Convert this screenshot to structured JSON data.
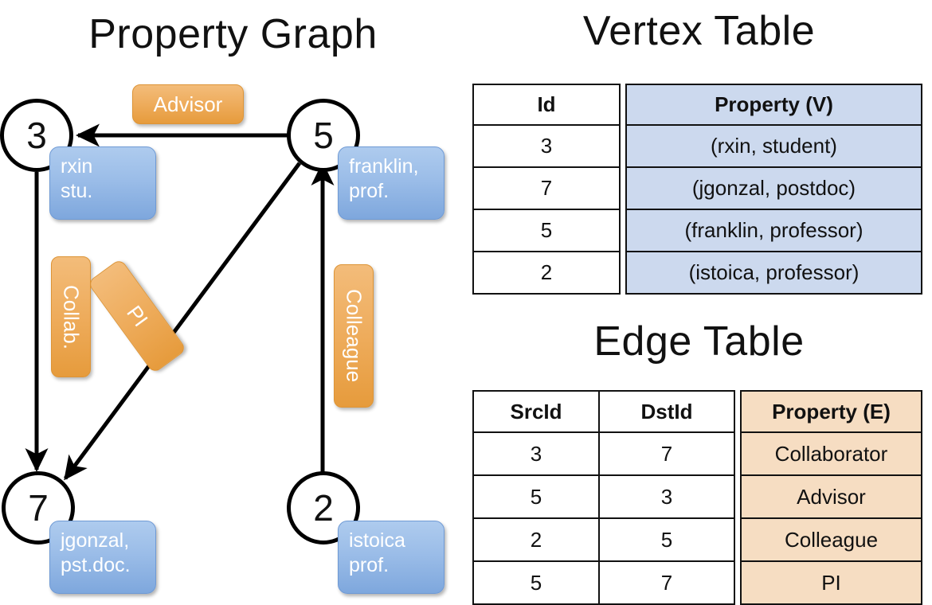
{
  "titles": {
    "property_graph": "Property Graph",
    "vertex_table": "Vertex Table",
    "edge_table": "Edge Table"
  },
  "graph": {
    "nodes": [
      {
        "id": "3",
        "property_label": "rxin\nstu."
      },
      {
        "id": "5",
        "property_label": "franklin,\nprof."
      },
      {
        "id": "7",
        "property_label": "jgonzal,\npst.doc."
      },
      {
        "id": "2",
        "property_label": "istoica\nprof."
      }
    ],
    "node_labels": {
      "n3": "3",
      "n5": "5",
      "n7": "7",
      "n2": "2"
    },
    "property_boxes": {
      "rxin_line1": "rxin",
      "rxin_line2": "stu.",
      "franklin_line1": "franklin,",
      "franklin_line2": "prof.",
      "jgonzal_line1": "jgonzal,",
      "jgonzal_line2": "pst.doc.",
      "istoica_line1": "istoica",
      "istoica_line2": "prof."
    },
    "edge_labels": {
      "advisor": "Advisor",
      "collab": "Collab.",
      "pi": "PI",
      "colleague": "Colleague"
    },
    "edges": [
      {
        "from": "5",
        "to": "3",
        "label": "Advisor"
      },
      {
        "from": "3",
        "to": "7",
        "label": "Collab."
      },
      {
        "from": "5",
        "to": "7",
        "label": "PI"
      },
      {
        "from": "2",
        "to": "5",
        "label": "Colleague"
      }
    ]
  },
  "vertex_table": {
    "headers": [
      "Id",
      "Property (V)"
    ],
    "rows": [
      {
        "id": "3",
        "property": "(rxin, student)"
      },
      {
        "id": "7",
        "property": "(jgonzal, postdoc)"
      },
      {
        "id": "5",
        "property": "(franklin, professor)"
      },
      {
        "id": "2",
        "property": "(istoica, professor)"
      }
    ]
  },
  "edge_table": {
    "headers": [
      "SrcId",
      "DstId",
      "Property (E)"
    ],
    "rows": [
      {
        "src": "3",
        "dst": "7",
        "property": "Collaborator"
      },
      {
        "src": "5",
        "dst": "3",
        "property": "Advisor"
      },
      {
        "src": "2",
        "dst": "5",
        "property": "Colleague"
      },
      {
        "src": "5",
        "dst": "7",
        "property": "PI"
      }
    ]
  },
  "colors": {
    "vertex_property_fill": "#ccd9ee",
    "edge_property_fill": "#f6ddc2",
    "node_box_blue": "#9bbde8",
    "edge_label_orange": "#eeac5c",
    "stroke": "#111111",
    "background": "#ffffff"
  }
}
